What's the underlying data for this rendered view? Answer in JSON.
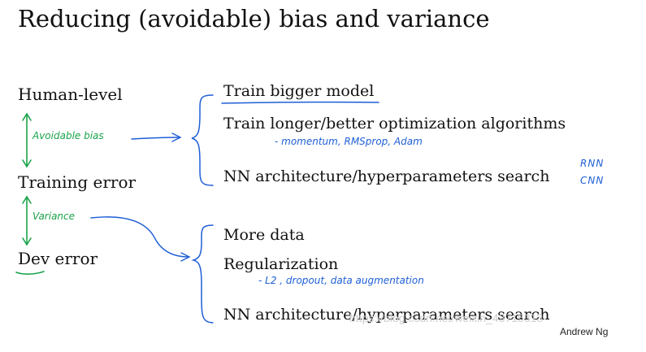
{
  "title": "Reducing (avoidable) bias and variance",
  "levels": {
    "human": "Human-level",
    "training": "Training error",
    "dev": "Dev error"
  },
  "annotations": {
    "avoidable_bias": "Avoidable bias",
    "variance": "Variance",
    "bias_subnote": "- momentum, RMSprop, Adam",
    "variance_subnote": "- L2 , dropout, data augmentation",
    "rnn": "RNN",
    "cnn": "CNN"
  },
  "bias_remedies": [
    "Train bigger model",
    "Train longer/better optimization algorithms",
    "NN architecture/hyperparameters search"
  ],
  "variance_remedies": [
    "More data",
    "Regularization",
    "NN architecture/hyperparameters search"
  ],
  "author": "Andrew Ng",
  "watermark": "https://blog.csdn.net/weixin_43715313",
  "colors": {
    "text": "#111111",
    "green_ink": "#1aa34a",
    "blue_ink": "#1f5fd6"
  }
}
